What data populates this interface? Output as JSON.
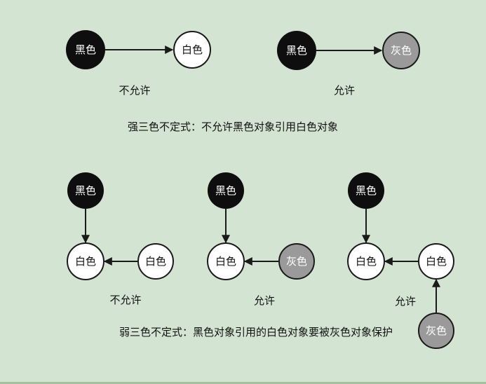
{
  "nodes": {
    "black": "黑色",
    "white": "白色",
    "gray": "灰色"
  },
  "verdicts": {
    "not_allowed": "不允许",
    "allowed": "允许"
  },
  "captions": {
    "strong": "强三色不定式：不允许黑色对象引用白色对象",
    "weak": "弱三色不定式：黑色对象引用的白色对象要被灰色对象保护"
  },
  "colors": {
    "background": "#d4e4d2",
    "node_black": "#0e0e0e",
    "node_white": "#ffffff",
    "node_gray": "#9a9a9a",
    "stroke": "#1a1a1a",
    "text_dark": "#111111",
    "text_light": "#ffffff",
    "bottom_edge": "#a3bf9b"
  }
}
